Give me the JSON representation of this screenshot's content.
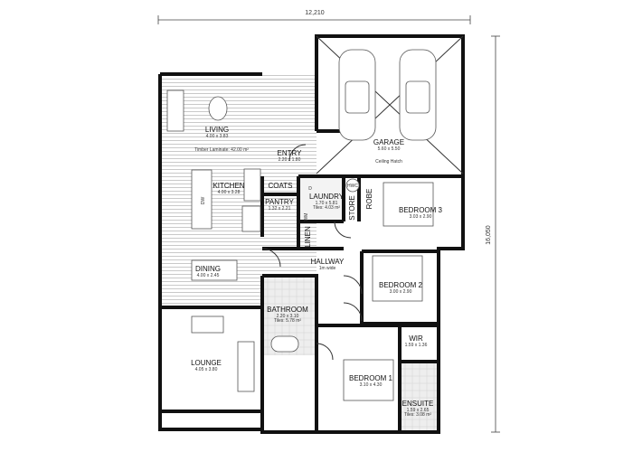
{
  "dimensions": {
    "width": "12,210",
    "depth": "16,050"
  },
  "flooring_note": "Timber Laminate: 42.00 m²",
  "rooms": {
    "living": {
      "name": "LIVING",
      "size": "4.00 x 3.83"
    },
    "kitchen": {
      "name": "KITCHEN",
      "size": "4.00 x 3.28"
    },
    "dining": {
      "name": "DINING",
      "size": "4.00 x 2.45"
    },
    "lounge": {
      "name": "LOUNGE",
      "size": "4.05 x 3.80"
    },
    "entry": {
      "name": "ENTRY",
      "size": "2.20 x 1.80"
    },
    "coats": {
      "name": "COATS"
    },
    "pantry": {
      "name": "PANTRY",
      "size": "1.32 x 2.21"
    },
    "laundry": {
      "name": "LAUNDRY",
      "size": "1.70 x 5.81",
      "tiles": "Tiles: 4.03 m²"
    },
    "store": {
      "name": "STORE"
    },
    "robe": {
      "name": "ROBE"
    },
    "garage": {
      "name": "GARAGE",
      "size": "5.60 x 5.50",
      "note": "Ceiling Hatch"
    },
    "bedroom3": {
      "name": "BEDROOM 3",
      "size": "3.03 x 2.90"
    },
    "linen": {
      "name": "LINEN"
    },
    "hallway": {
      "name": "HALLWAY",
      "size": "1m wide"
    },
    "bedroom2": {
      "name": "BEDROOM 2",
      "size": "3.00 x 2.90"
    },
    "bathroom": {
      "name": "BATHROOM",
      "size": "2.20 x 3.10",
      "tiles": "Tiles: 5.78 m²"
    },
    "wir": {
      "name": "WIR",
      "size": "1.59 x 1.36"
    },
    "bedroom1": {
      "name": "BEDROOM 1",
      "size": "3.10 x 4.30"
    },
    "ensuite": {
      "name": "ENSUITE",
      "size": "1.59 x 2.65",
      "tiles": "Tiles: 3.08 m²"
    }
  },
  "fixture_labels": {
    "dishwasher": "DW",
    "washing_machine": "WM",
    "dryer": "D",
    "hot_water": "HWC"
  }
}
